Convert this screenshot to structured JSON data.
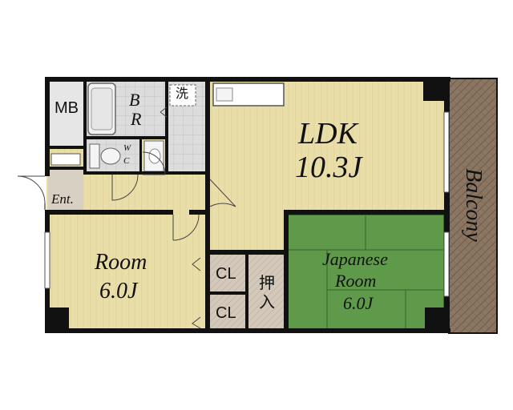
{
  "rooms": {
    "ldk": {
      "name": "LDK",
      "size": "10.3J"
    },
    "room": {
      "name": "Room",
      "size": "6.0J"
    },
    "japanese": {
      "name_line1": "Japanese",
      "name_line2": "Room",
      "size": "6.0J"
    },
    "balcony": {
      "name": "Balcony"
    },
    "mb": {
      "name": "MB"
    },
    "bath": {
      "line1": "B",
      "line2": "R"
    },
    "wc": {
      "line1": "W",
      "line2": "C"
    },
    "washer": {
      "name": "洗"
    },
    "entrance": {
      "name": "Ent."
    },
    "closet1": {
      "name": "CL"
    },
    "closet2": {
      "name": "CL"
    },
    "oshiire": {
      "line1": "押",
      "line2": "入"
    }
  },
  "colors": {
    "wall": "#111111",
    "wood_floor": "#e8dca6",
    "tatami": "#5f9a4a",
    "balcony": "#8a7560",
    "tile": "#d9d9d9",
    "closet": "#cfc3b5"
  }
}
